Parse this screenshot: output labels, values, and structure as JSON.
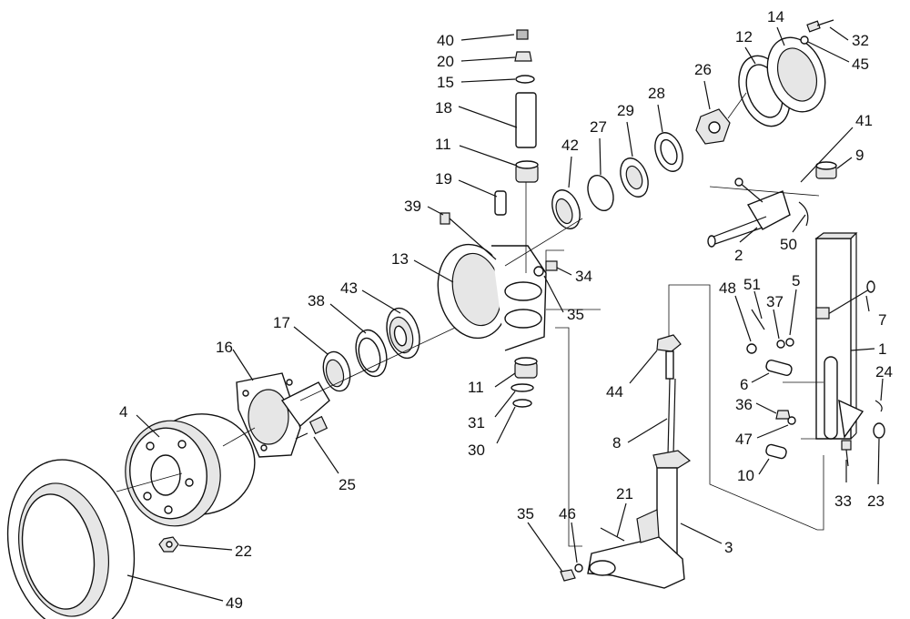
{
  "diagram": {
    "labels": {
      "p1": "1",
      "p2": "2",
      "p3": "3",
      "p4": "4",
      "p5": "5",
      "p6": "6",
      "p7": "7",
      "p8": "8",
      "p9": "9",
      "p10": "10",
      "p11a": "11",
      "p11b": "11",
      "p12": "12",
      "p13": "13",
      "p14": "14",
      "p15": "15",
      "p16": "16",
      "p17": "17",
      "p18": "18",
      "p19": "19",
      "p20": "20",
      "p21": "21",
      "p22": "22",
      "p23": "23",
      "p24": "24",
      "p25": "25",
      "p26": "26",
      "p27": "27",
      "p28": "28",
      "p29": "29",
      "p30": "30",
      "p31": "31",
      "p32": "32",
      "p33": "33",
      "p34": "34",
      "p35a": "35",
      "p35b": "35",
      "p36": "36",
      "p37": "37",
      "p38": "38",
      "p39": "39",
      "p40": "40",
      "p41": "41",
      "p42": "42",
      "p43": "43",
      "p44": "44",
      "p45": "45",
      "p46": "46",
      "p47": "47",
      "p48": "48",
      "p49": "49",
      "p50": "50",
      "p51": "51"
    }
  }
}
